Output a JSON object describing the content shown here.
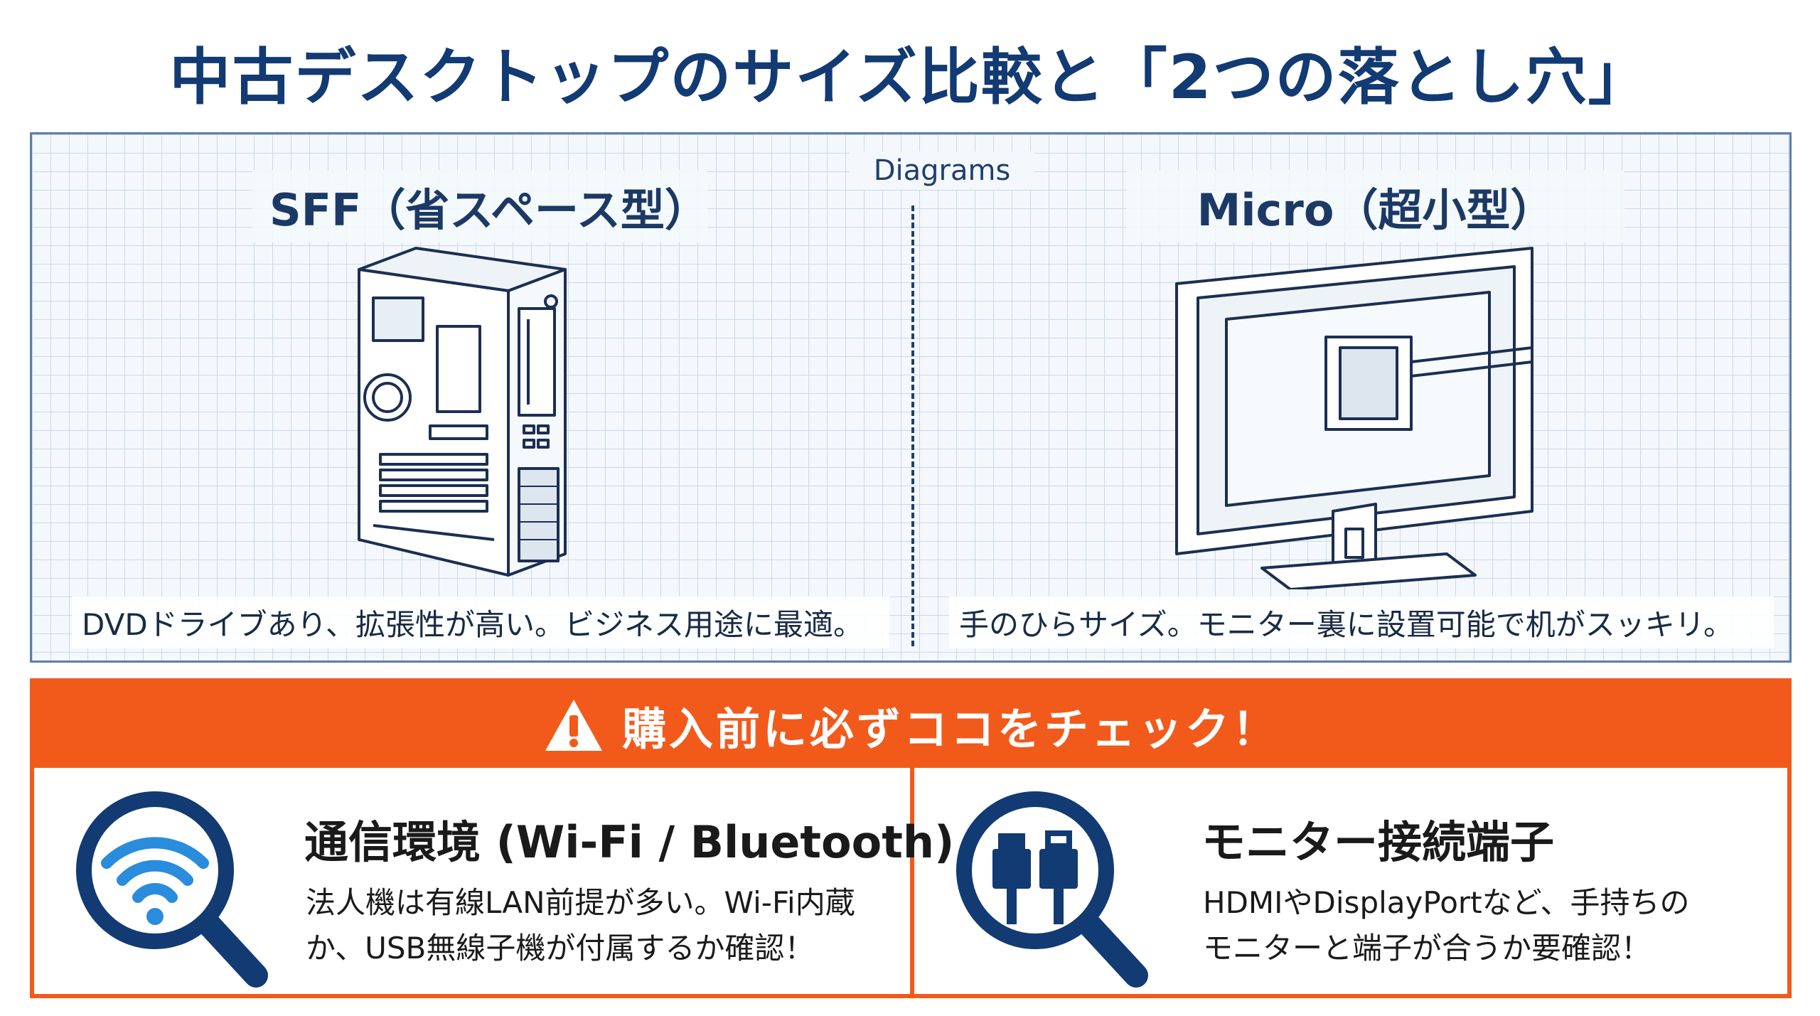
{
  "title": "中古デスクトップのサイズ比較と「2つの落とし穴」",
  "comparison": {
    "section_label": "Diagrams",
    "left": {
      "title": "SFF（省スペース型）",
      "caption": "DVDドライブあり、拡張性が高い。ビジネス用途に最適。",
      "illustration_icon": "desktop-tower-icon"
    },
    "right": {
      "title": "Micro（超小型）",
      "caption": "手のひらサイズ。モニター裏に設置可能で机がスッキリ。",
      "illustration_icon": "monitor-with-mini-pc-icon"
    }
  },
  "check": {
    "header": "購入前に必ずココをチェック！",
    "header_icon": "warning-icon",
    "items": [
      {
        "title": "通信環境 (Wi-Fi / Bluetooth)",
        "body_line1": "法人機は有線LAN前提が多い。Wi-Fi内蔵",
        "body_line2": "か、USB無線子機が付属するか確認！",
        "icon": "wifi-magnifier-icon"
      },
      {
        "title": "モニター接続端子",
        "body_line1": "HDMIやDisplayPortなど、手持ちの",
        "body_line2": "モニターと端子が合うか要確認！",
        "icon": "cable-connector-magnifier-icon"
      }
    ]
  },
  "colors": {
    "title": "#123a73",
    "accent_orange": "#f25a1b",
    "navy": "#1f3f6e",
    "grid_line": "#c9d8e8",
    "wifi_blue": "#2a8cdc"
  }
}
